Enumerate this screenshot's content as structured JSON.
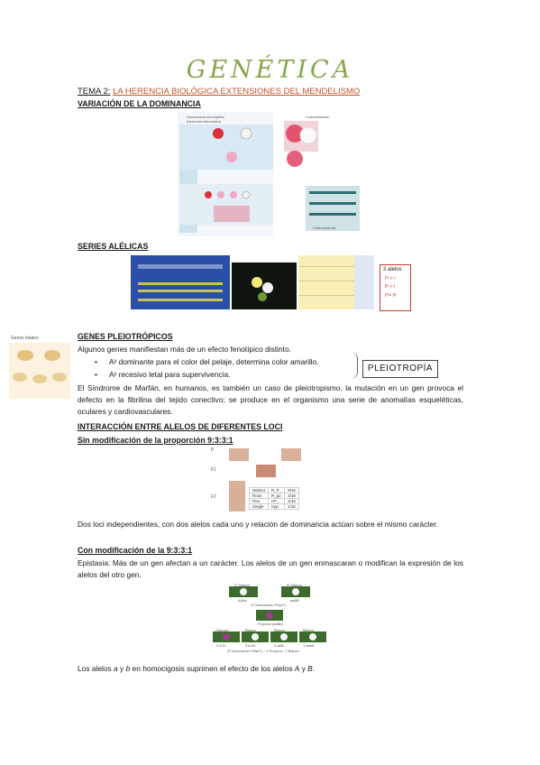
{
  "title": "GENÉTICA",
  "topic": {
    "label": "TEMA 2:",
    "subtitle": "LA HERENCIA BIOLÓGICA EXTENSIONES DEL MENDELISMO"
  },
  "sections": {
    "dominance": "VARIACIÓN DE LA DOMINANCIA",
    "alleles": "SERIES ALÉLICAS",
    "pleio": "GENES PLEIOTRÓPICOS",
    "interaction": "INTERACCIÓN ENTRE ALELOS DE DIFERENTES LOCI",
    "no_mod": "Sin modificación de la proporción 9:3:3:1",
    "with_mod": "Con modificación de la 9:3:3:1"
  },
  "fig_dominance": {
    "left_title": "Dominancia incompleta",
    "left_sub": "(herencia intermedia)",
    "right_title": "Codominancia",
    "right_bottom": "Codominancia"
  },
  "fig_alleles": {
    "box_title": "3 alelos",
    "box_lines": [
      "Iᴬ > i",
      "Iᴮ > i",
      "Iᴬ= Iᴮ"
    ]
  },
  "side_fig_label": "Genes letales",
  "pleio": {
    "intro": "Algunos genes manifiestan más de un efecto fenotípico distinto.",
    "bullets": [
      "Aʸ dominante para el color del pelaje, determina color amarillo.",
      "Aʸ recesivo letal para supervivencia."
    ],
    "box_label": "PLEIOTROPÍA",
    "marfan": "El Síndrome de Marfán, en humanos, es también un caso de pleiotropismo, la mutación en un gen provoca el defecto en la fibrilina del tejido conectivo; se produce en el organismo una serie de anomalías esqueléticas, oculares y cardiovasculares."
  },
  "fig_comb": {
    "labels": [
      "P",
      "F1",
      "F2"
    ],
    "rows": [
      [
        "Walnut",
        "R_P_",
        "9/16"
      ],
      [
        "Rose",
        "R_pp",
        "3/16"
      ],
      [
        "Pea",
        "rrP_",
        "3/16"
      ],
      [
        "Single",
        "rrpp",
        "1/16"
      ]
    ]
  },
  "no_mod_text": "Dos loci independientes, con dos alelos cada uno y relación de dominancia actúan sobre el mismo carácter.",
  "epistasis_text": "Epistasia: Más de un gen afectan a un carácter. Los alelos de un gen enmascaran o modifican la expresión de los alelos del otro gen.",
  "fig_flowers": {
    "top": [
      "AAbb",
      "aaBB"
    ],
    "top_heads": [
      "P₁ Blanco",
      "P₁ Blanco"
    ],
    "mid_caption": "1ª Generación Filial F₁",
    "mid_head": "Púrpura (AaBb)",
    "bottom_heads": [
      "Púrpura",
      "Blanco",
      "Blanco",
      "Blanco"
    ],
    "bottom": [
      "9 A-B-",
      "3 A-bb",
      "3 aaB-",
      "1 aabb"
    ],
    "bottom_caption": "2ª Generación Filial F₂ : 9 Púrpura : 7 Blanco"
  },
  "final_parts": [
    "Los alelos ",
    "a",
    " y ",
    "b",
    " en homocigosis suprimen el efecto de los alelos ",
    "A",
    " y ",
    "B",
    "."
  ],
  "colors": {
    "title": "#86a64a",
    "accent": "#c0542b"
  }
}
